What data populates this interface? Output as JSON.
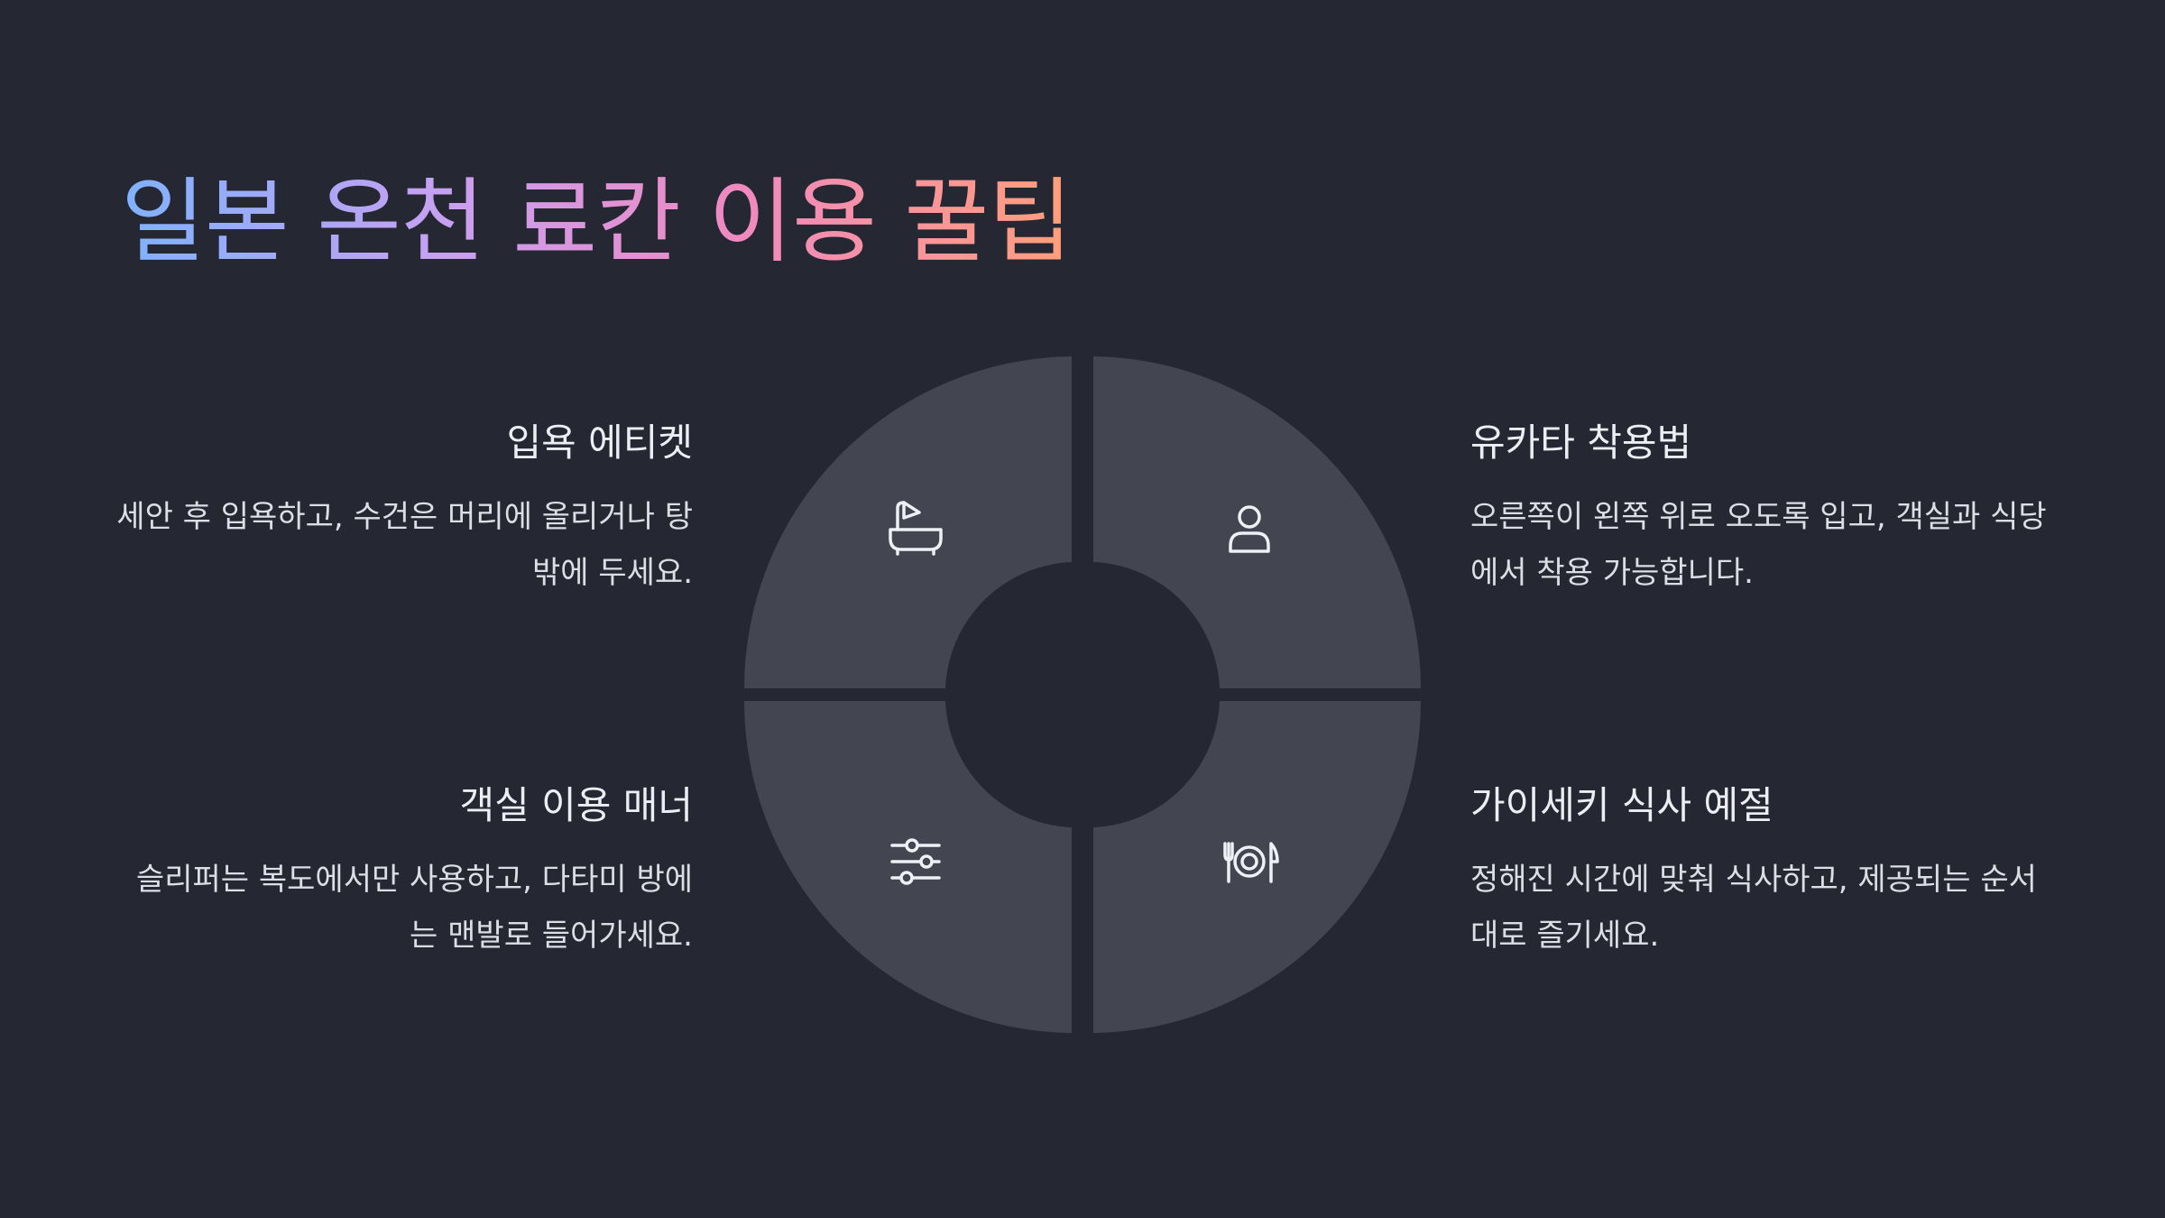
{
  "title": "일본 온천 료칸 이용 꿀팁",
  "colors": {
    "background": "#252733",
    "segment": "#434550",
    "title_gradient": [
      "#7fb2ff",
      "#c9a0f0",
      "#f089c0",
      "#ff9f7a"
    ]
  },
  "items": [
    {
      "heading": "입욕 에티켓",
      "text": "세안 후 입욕하고, 수건은 머리에 올리거나 탕 밖에 두세요.",
      "icon": "bathtub-icon"
    },
    {
      "heading": "유카타 착용법",
      "text": "오른쪽이 왼쪽 위로 오도록 입고, 객실과 식당에서 착용 가능합니다.",
      "icon": "person-icon"
    },
    {
      "heading": "객실 이용 매너",
      "text": "슬리퍼는 복도에서만 사용하고, 다타미 방에는 맨발로 들어가세요.",
      "icon": "sliders-icon"
    },
    {
      "heading": "가이세키 식사 예절",
      "text": "정해진 시간에 맞춰 식사하고, 제공되는 순서대로 즐기세요.",
      "icon": "dining-plate-icon"
    }
  ]
}
